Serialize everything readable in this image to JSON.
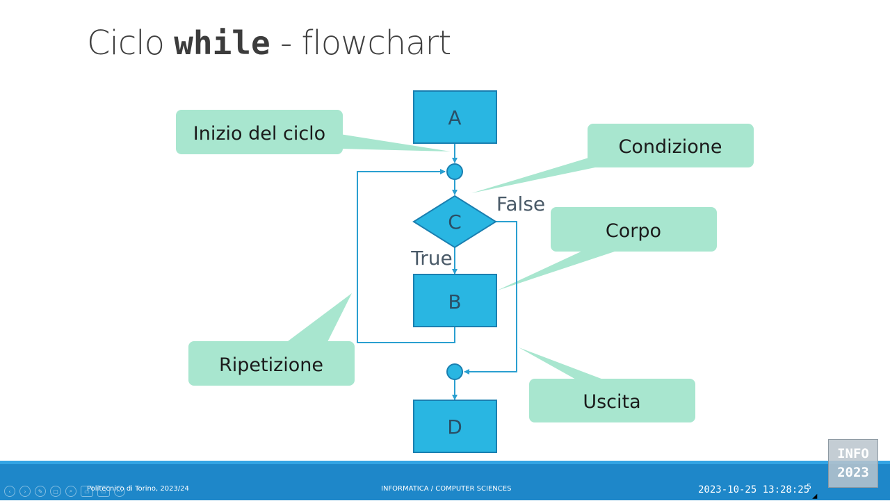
{
  "slide": {
    "title_prefix": "Ciclo ",
    "title_code": "while",
    "title_suffix": " - flowchart"
  },
  "flowchart": {
    "nodes": {
      "a": "A",
      "c": "C",
      "b": "B",
      "d": "D"
    },
    "branch_true": "True",
    "branch_false": "False",
    "callouts": {
      "inizio": "Inizio del ciclo",
      "condizione": "Condizione",
      "corpo": "Corpo",
      "ripetizione": "Ripetizione",
      "uscita": "Uscita"
    }
  },
  "footer": {
    "left": "Politecnico di Torino, 2023/24",
    "center": "INFORMATICA / COMPUTER SCIENCES",
    "page_number": "5"
  },
  "overlay": {
    "timestamp": "2023-10-25 13:28:25",
    "logo_line1": "INFO",
    "logo_line2": "2023"
  },
  "controls": {
    "icons": [
      "prev-icon",
      "next-icon",
      "pen-icon",
      "slides-icon",
      "zoom-icon",
      "menu-icon",
      "view-icon",
      "more-icon"
    ],
    "glyphs": [
      "‹",
      "›",
      "✎",
      "▢",
      "⌕",
      "▭",
      "▭",
      "⋯"
    ]
  },
  "colors": {
    "node_fill": "#29b6e2",
    "node_stroke": "#1a7fb0",
    "callout_fill": "#a8e6cf",
    "footer_bar": "#1e87c9"
  }
}
